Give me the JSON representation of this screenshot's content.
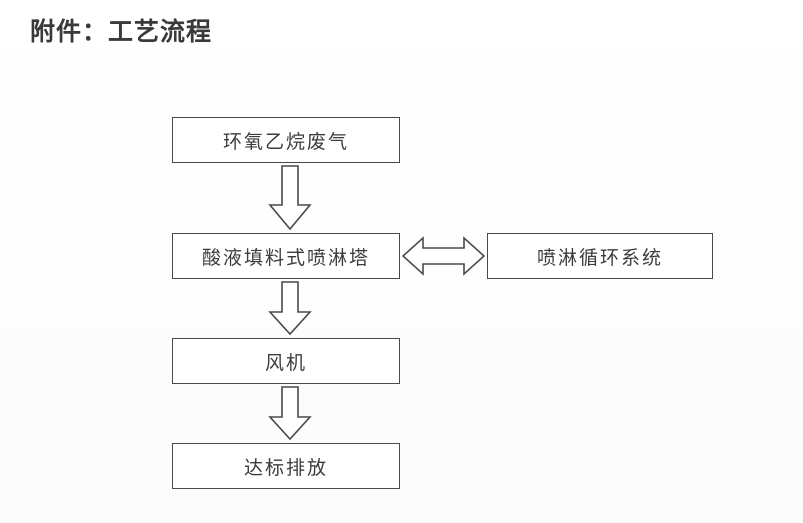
{
  "document": {
    "title": "附件：工艺流程"
  },
  "diagram": {
    "type": "flowchart",
    "orientation": "vertical",
    "colors": {
      "background": "#fefefe",
      "box_border": "#4a4a4c",
      "box_fill": "#ffffff",
      "text": "#3c3c3e",
      "arrow_stroke": "#4a4a4c",
      "arrow_fill": "#ffffff"
    },
    "nodes": [
      {
        "id": "source",
        "label": "环氧乙烷废气"
      },
      {
        "id": "tower",
        "label": "酸液填料式喷淋塔"
      },
      {
        "id": "recirc",
        "label": "喷淋循环系统"
      },
      {
        "id": "fan",
        "label": "风机"
      },
      {
        "id": "exhaust",
        "label": "达标排放"
      }
    ],
    "edges": [
      {
        "id": "source-tower",
        "from": "源",
        "to": "塔",
        "style": "block-arrow",
        "direction": "down"
      },
      {
        "id": "tower-fan",
        "from": "塔",
        "to": "机",
        "style": "block-arrow",
        "direction": "down"
      },
      {
        "id": "fan-exhaust",
        "from": "机",
        "to": "放",
        "style": "block-arrow",
        "direction": "down"
      },
      {
        "id": "tower-recirc",
        "from": "塔",
        "to": "统",
        "style": "block-arrow",
        "direction": "bidirectional"
      }
    ]
  }
}
